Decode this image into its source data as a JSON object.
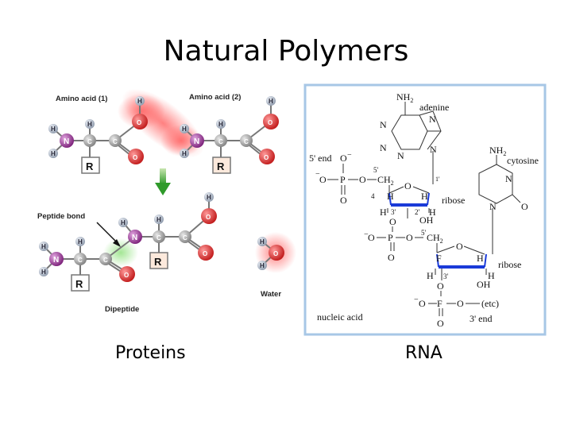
{
  "slide": {
    "title": "Natural Polymers",
    "caption_left": "Proteins",
    "caption_right": "RNA"
  },
  "protein_diagram": {
    "amino_acid_1": "Amino acid (1)",
    "amino_acid_2": "Amino acid (2)",
    "peptide_bond": "Peptide bond",
    "dipeptide": "Dipeptide",
    "water": "Water",
    "atoms": {
      "H": "H",
      "N": "N",
      "C": "C",
      "O": "O",
      "R": "R"
    }
  },
  "rna_diagram": {
    "nh2": "NH",
    "sub2": "2",
    "adenine": "adenine",
    "cytosine": "cytosine",
    "five_prime_end": "5' end",
    "three_prime_end": "3' end",
    "ribose": "ribose",
    "nucleic_acid": "nucleic acid",
    "etc": "(etc)",
    "ch2": "CH",
    "oh": "OH",
    "three_prime": "3'",
    "two_prime": "2'",
    "five_prime": "5'",
    "one_prime": "1'",
    "four": "4",
    "minus": "−",
    "atoms": {
      "N": "N",
      "O": "O",
      "P": "P",
      "H": "H",
      "F": "F"
    }
  },
  "colors": {
    "nitrogen": "#8e2a8c",
    "oxygen": "#d42a2a",
    "carbon": "#9a9a9a",
    "hydrogen": "#a8b4c4",
    "rna_frame": "#a7c7e6",
    "bond_blue": "#1a3ad8",
    "arrow_green": "#3aa033"
  }
}
